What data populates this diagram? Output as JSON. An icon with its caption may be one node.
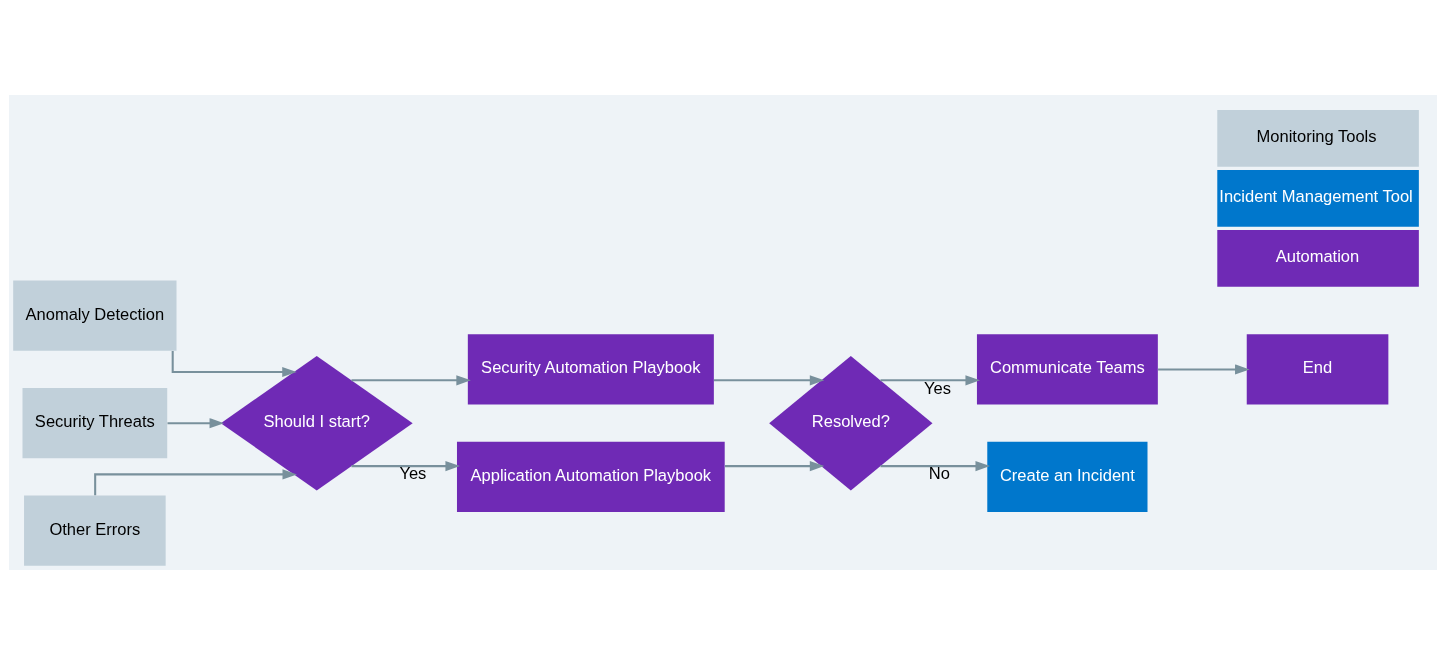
{
  "diagram": {
    "nodes": [
      {
        "text": [
          "Anomaly Detection"
        ]
      },
      {
        "text": [
          "Security Threats"
        ]
      },
      {
        "text": [
          "Other Errors"
        ]
      },
      {
        "text": [
          "Should I start?"
        ]
      },
      {
        "text": [
          "Security Automation Playbook"
        ]
      },
      {
        "text": [
          "Application Automation Playbook"
        ]
      },
      {
        "text": [
          "Resolved?"
        ]
      },
      {
        "text": [
          "Communicate Teams"
        ]
      },
      {
        "text": [
          "End"
        ]
      },
      {
        "text": [
          "Create an Incident"
        ]
      }
    ],
    "edges": [
      {
        "from": 0,
        "to": 3,
        "arrow": "to"
      },
      {
        "from": 1,
        "to": 3,
        "arrow": "to"
      },
      {
        "from": 2,
        "to": 3,
        "arrow": "to"
      },
      {
        "from": 3,
        "to": 4,
        "arrow": "to"
      },
      {
        "from": 3,
        "to": 5,
        "arrow": "to",
        "label": "Yes"
      },
      {
        "from": 4,
        "to": 6,
        "arrow": "to"
      },
      {
        "from": 5,
        "to": 6,
        "arrow": "to"
      },
      {
        "from": 6,
        "to": 7,
        "arrow": "to",
        "label": "Yes"
      },
      {
        "from": 7,
        "to": 8,
        "arrow": "to"
      },
      {
        "from": 6,
        "to": 9,
        "arrow": "to",
        "label": "No"
      }
    ],
    "legend": [
      {
        "text": "Monitoring Tools",
        "color": "#c1d0da"
      },
      {
        "text": "Incident Management Tool",
        "color": "#0077cc"
      },
      {
        "text": "Automation",
        "color": "#6f2ab5"
      }
    ]
  }
}
